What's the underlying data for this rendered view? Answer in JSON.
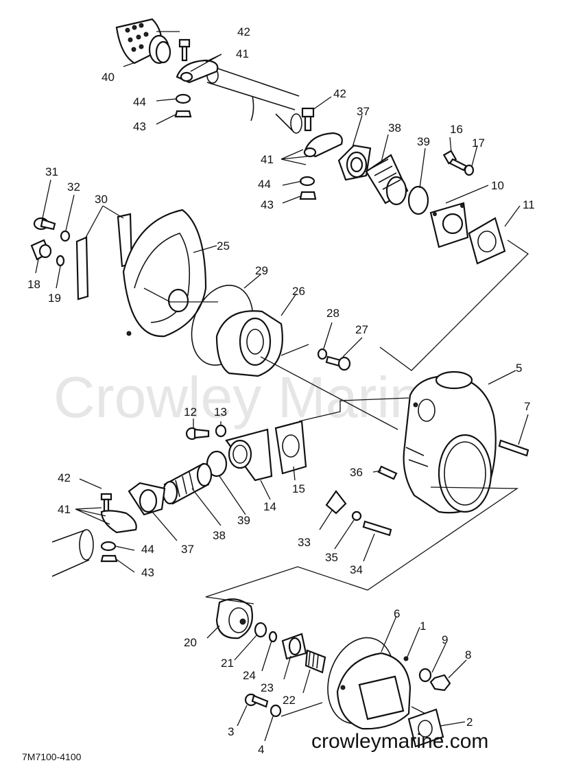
{
  "watermark": "Crowley Marine",
  "website": "crowleymarine.com",
  "diagram_code": "7M7100-4100",
  "callouts": {
    "p1": "1",
    "p2": "2",
    "p3": "3",
    "p4": "4",
    "p5": "5",
    "p6": "6",
    "p7": "7",
    "p8": "8",
    "p9": "9",
    "p10": "10",
    "p11": "11",
    "p12": "12",
    "p13": "13",
    "p14": "14",
    "p15": "15",
    "p16": "16",
    "p17": "17",
    "p18": "18",
    "p19": "19",
    "p20": "20",
    "p21": "21",
    "p22": "22",
    "p23": "23",
    "p24": "24",
    "p25": "25",
    "p26": "26",
    "p27": "27",
    "p28": "28",
    "p29": "29",
    "p30": "30",
    "p31": "31",
    "p32": "32",
    "p33": "33",
    "p34": "34",
    "p35": "35",
    "p36": "36",
    "p37": "37",
    "p38": "38",
    "p39": "39",
    "p40": "40",
    "p41": "41",
    "p42": "42",
    "p43": "43",
    "p44": "44"
  }
}
